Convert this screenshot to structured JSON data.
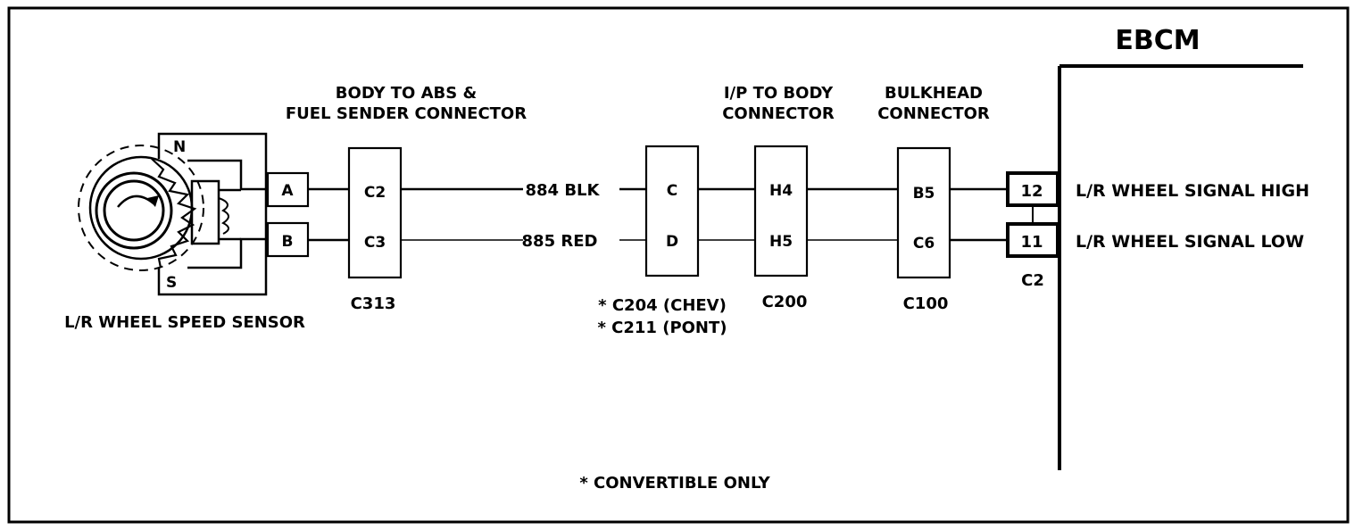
{
  "module": {
    "name": "EBCM",
    "connector": "C2",
    "pins": [
      {
        "number": "12",
        "signal": "L/R WHEEL SIGNAL HIGH"
      },
      {
        "number": "11",
        "signal": "L/R WHEEL SIGNAL LOW"
      }
    ]
  },
  "sensor": {
    "name": "L/R WHEEL SPEED SENSOR",
    "pole_n": "N",
    "pole_s": "S",
    "terminals": [
      "A",
      "B"
    ]
  },
  "connectors": [
    {
      "id": "C313",
      "title_line1": "BODY TO ABS &",
      "title_line2": "FUEL SENDER CONNECTOR",
      "pins": [
        "C2",
        "C3"
      ]
    },
    {
      "id_line1": "* C204 (CHEV)",
      "id_line2": "* C211 (PONT)",
      "pins": [
        "C",
        "D"
      ]
    },
    {
      "id": "C200",
      "title_line1": "I/P TO BODY",
      "title_line2": "CONNECTOR",
      "pins": [
        "H4",
        "H5"
      ]
    },
    {
      "id": "C100",
      "title_line1": "BULKHEAD",
      "title_line2": "CONNECTOR",
      "pins": [
        "B5",
        "C6"
      ]
    }
  ],
  "wires": [
    {
      "label": "884 BLK"
    },
    {
      "label": "885 RED"
    }
  ],
  "footnote": "* CONVERTIBLE ONLY"
}
